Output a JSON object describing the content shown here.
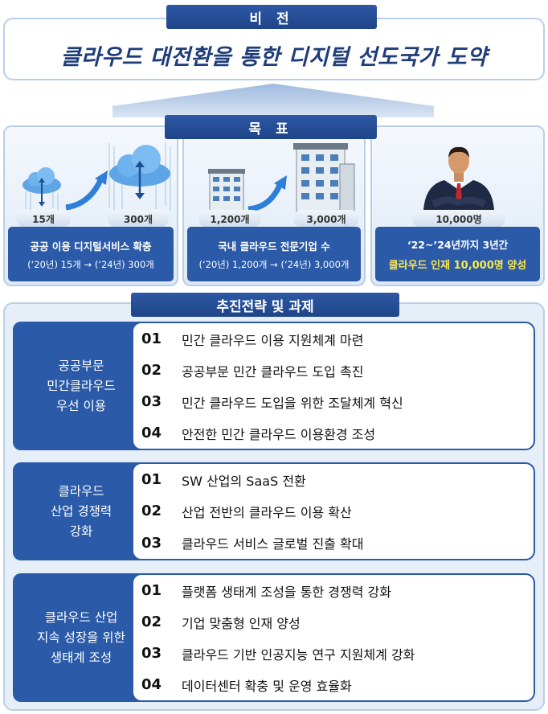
{
  "vision": {
    "label": "비 전",
    "text": "클라우드 대전환을 통한 디지털 선도국가 도약"
  },
  "goal": {
    "label": "목 표",
    "cards": [
      {
        "from_value": "15개",
        "to_value": "300개",
        "line1": "공공 이용 디지털서비스 확충",
        "line2": "(‘20년) 15개 → (‘24년) 300개"
      },
      {
        "from_value": "1,200개",
        "to_value": "3,000개",
        "line1": "국내 클라우드 전문기업 수",
        "line2": "(‘20년) 1,200개 → (‘24년) 3,000개"
      },
      {
        "value": "10,000명",
        "line1": "‘22~’24년까지 3년간",
        "line2": "클라우드 인재 10,000명 양성"
      }
    ]
  },
  "strategy": {
    "label": "추진전략 및 과제",
    "groups": [
      {
        "title": [
          "공공부문",
          "민간클라우드",
          "우선 이용"
        ],
        "items": [
          {
            "num": "01",
            "text": "민간 클라우드 이용 지원체계 마련"
          },
          {
            "num": "02",
            "text": "공공부문 민간 클라우드 도입 촉진"
          },
          {
            "num": "03",
            "text": "민간 클라우드 도입을 위한 조달체계 혁신"
          },
          {
            "num": "04",
            "text": "안전한 민간 클라우드 이용환경 조성"
          }
        ]
      },
      {
        "title": [
          "클라우드",
          "산업 경쟁력",
          "강화"
        ],
        "items": [
          {
            "num": "01",
            "text": "SW 산업의 SaaS 전환"
          },
          {
            "num": "02",
            "text": "산업 전반의 클라우드 이용 확산"
          },
          {
            "num": "03",
            "text": "클라우드 서비스 글로벌 진출 확대"
          }
        ]
      },
      {
        "title": [
          "클라우드 산업",
          "지속 성장을 위한",
          "생태계 조성"
        ],
        "items": [
          {
            "num": "01",
            "text": "플랫폼 생태계 조성을 통한 경쟁력 강화"
          },
          {
            "num": "02",
            "text": "기업 맞춤형 인재 양성"
          },
          {
            "num": "03",
            "text": "클라우드 기반 인공지능 연구 지원체계 강화"
          },
          {
            "num": "04",
            "text": "데이터센터 확충 및 운영 효율화"
          }
        ]
      }
    ]
  }
}
